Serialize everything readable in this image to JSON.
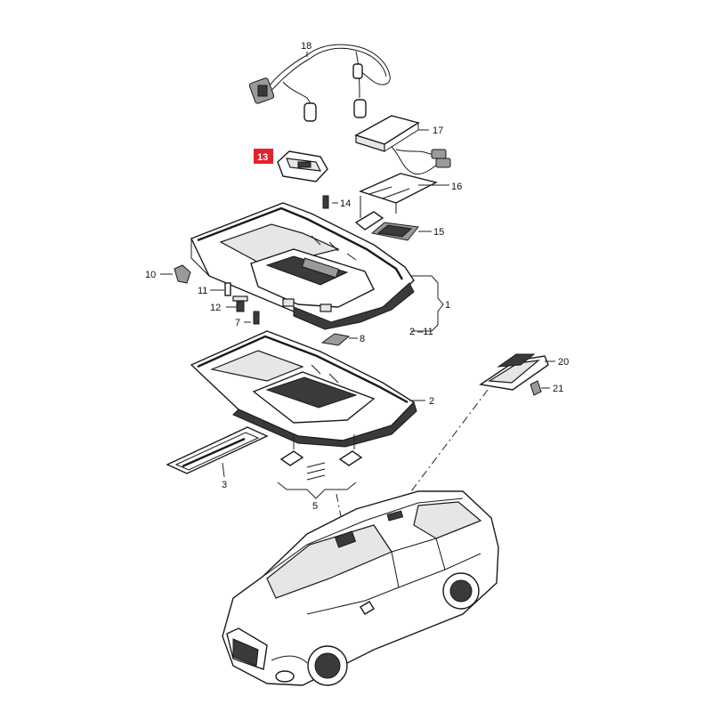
{
  "callouts": {
    "c1": "1",
    "c2": "2",
    "c2_11": "2 –11",
    "c3": "3",
    "c5": "5",
    "c7": "7",
    "c8": "8",
    "c10": "10",
    "c11": "11",
    "c12": "12",
    "c13": "13",
    "c14": "14",
    "c15": "15",
    "c16": "16",
    "c17": "17",
    "c18": "18",
    "c20": "20",
    "c21": "21"
  },
  "highlight": {
    "part": "13",
    "color": "#e0242b"
  }
}
